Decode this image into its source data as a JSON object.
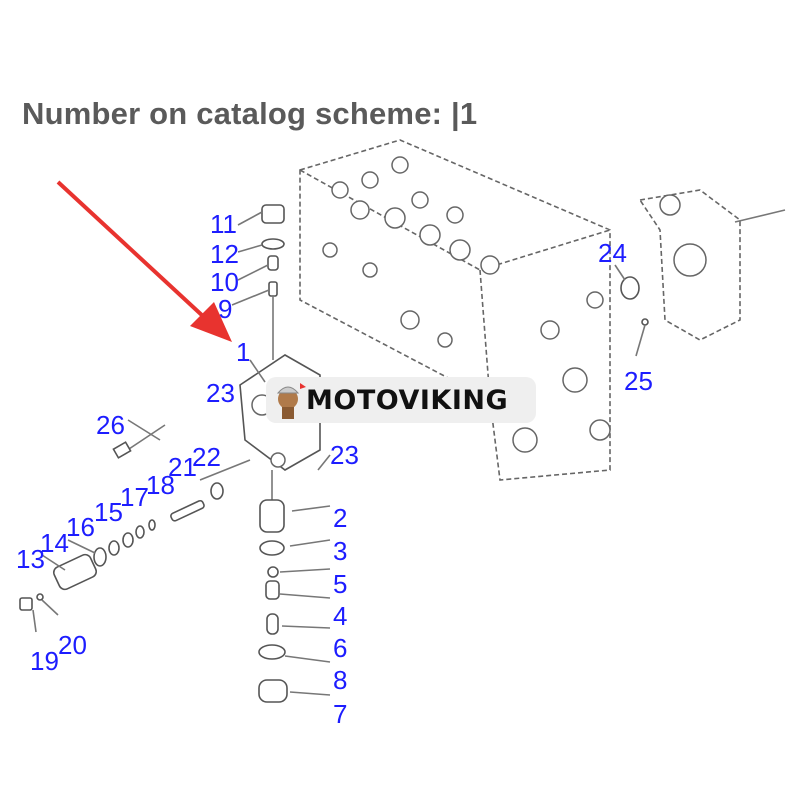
{
  "title": "Number on catalog scheme: |1",
  "logo": {
    "text": "MOTOVIKING"
  },
  "colors": {
    "label": "#1d1dff",
    "arrow": "#e8332f",
    "title": "#5a5a5a"
  },
  "callouts": [
    "11",
    "12",
    "10",
    "9",
    "1",
    "23",
    "26",
    "23",
    "22",
    "21",
    "18",
    "17",
    "15",
    "16",
    "14",
    "13",
    "19",
    "20",
    "2",
    "3",
    "5",
    "4",
    "6",
    "8",
    "7",
    "24",
    "25"
  ]
}
